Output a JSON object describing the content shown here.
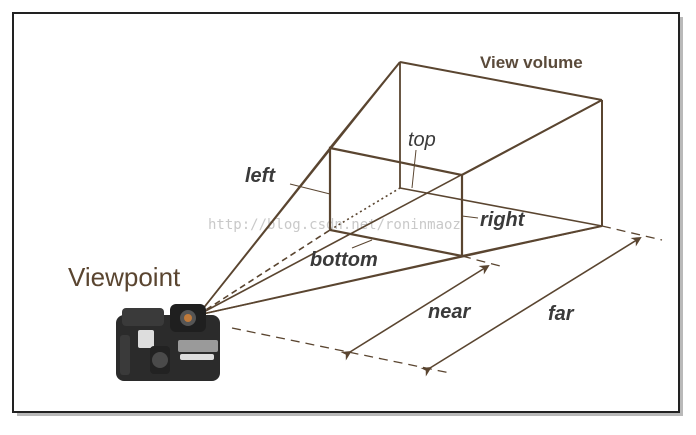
{
  "diagram": {
    "title": "View volume",
    "viewpoint_label": "Viewpoint",
    "labels": {
      "top": "top",
      "left": "left",
      "right": "right",
      "bottom": "bottom",
      "near": "near",
      "far": "far"
    },
    "watermark": "http://blog.csdn.net/roninmaoz",
    "colors": {
      "line": "#5a4530",
      "frame": "#222222",
      "text": "#3a3a3a"
    },
    "icons": [
      "camera-icon",
      "arrow-icon"
    ]
  }
}
